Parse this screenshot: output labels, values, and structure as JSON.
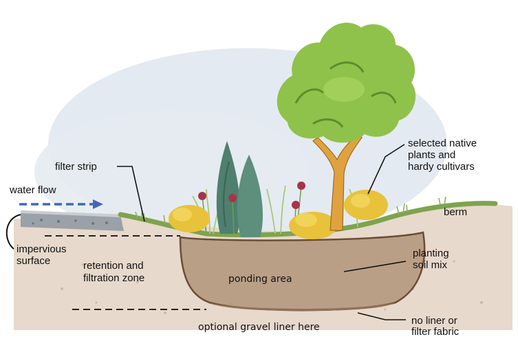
{
  "labels": {
    "water_flow": "water flow",
    "filter_strip": "filter strip",
    "impervious_surface_1": "impervious",
    "impervious_surface_2": "surface",
    "retention_1": "retention and",
    "retention_2": "filtration zone",
    "ponding_area": "ponding area",
    "berm": "berm",
    "planting_1": "planting",
    "planting_2": "soil mix",
    "native_1": "selected native",
    "native_2": "plants and",
    "native_3": "hardy cultivars",
    "gravel": "optional gravel liner here",
    "liner_1": "no liner or",
    "liner_2": "filter fabric"
  },
  "colors": {
    "soil": "#e7d9cc",
    "basin": "#b99f86",
    "sky": "#dfe6ee",
    "grass": "#8fb060",
    "tree_foliage": "#8fc24a",
    "tree_trunk": "#e0a23f",
    "shrub_yellow": "#e8c23a",
    "evergreen": "#4f7f6e",
    "flower": "#a8344a",
    "arrow": "#3f69b3"
  }
}
